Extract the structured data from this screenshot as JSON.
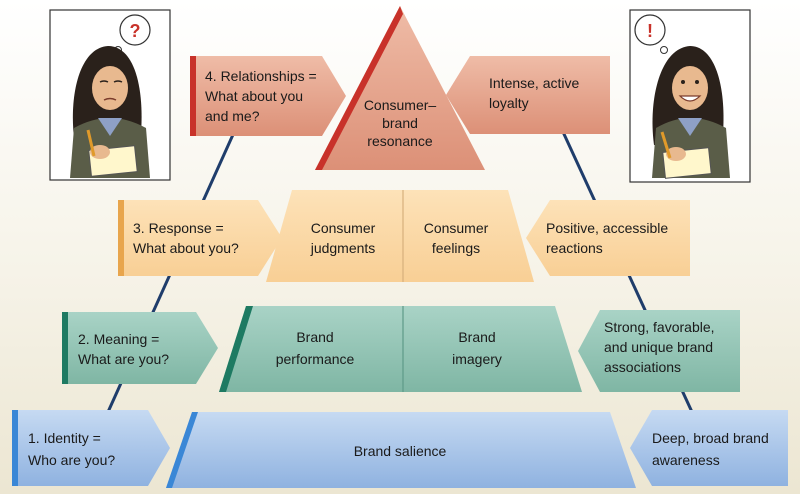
{
  "levels": {
    "identity": {
      "question": [
        "1. Identity =",
        "Who are you?"
      ],
      "block": [
        "Brand salience"
      ],
      "goal": [
        "Deep, broad brand",
        "awareness"
      ]
    },
    "meaning": {
      "question": [
        "2. Meaning =",
        "What are you?"
      ],
      "block_left": [
        "Brand",
        "performance"
      ],
      "block_right": [
        "Brand",
        "imagery"
      ],
      "goal": [
        "Strong, favorable,",
        "and unique brand",
        "associations"
      ]
    },
    "response": {
      "question": [
        "3. Response =",
        "What about you?"
      ],
      "block_left": [
        "Consumer",
        "judgments"
      ],
      "block_right": [
        "Consumer",
        "feelings"
      ],
      "goal": [
        "Positive, accessible",
        "reactions"
      ]
    },
    "relationships": {
      "question": [
        "4. Relationships =",
        "What about you",
        "and me?"
      ],
      "block": [
        "Consumer–",
        "brand",
        "resonance"
      ],
      "goal": [
        "Intense, active",
        "loyalty"
      ]
    }
  },
  "illustrations": {
    "left_thought": "?",
    "right_thought": "!"
  },
  "colors": {
    "blue": "#a9c5e8",
    "blue_dark": "#3a87d6",
    "teal": "#8fc4b4",
    "teal_dark": "#1e7a62",
    "peach": "#fbd7a4",
    "peach_dark": "#e8a54c",
    "rust": "#e39f86",
    "rust_dark": "#c8322a",
    "arrow": "#1f3d6b"
  }
}
